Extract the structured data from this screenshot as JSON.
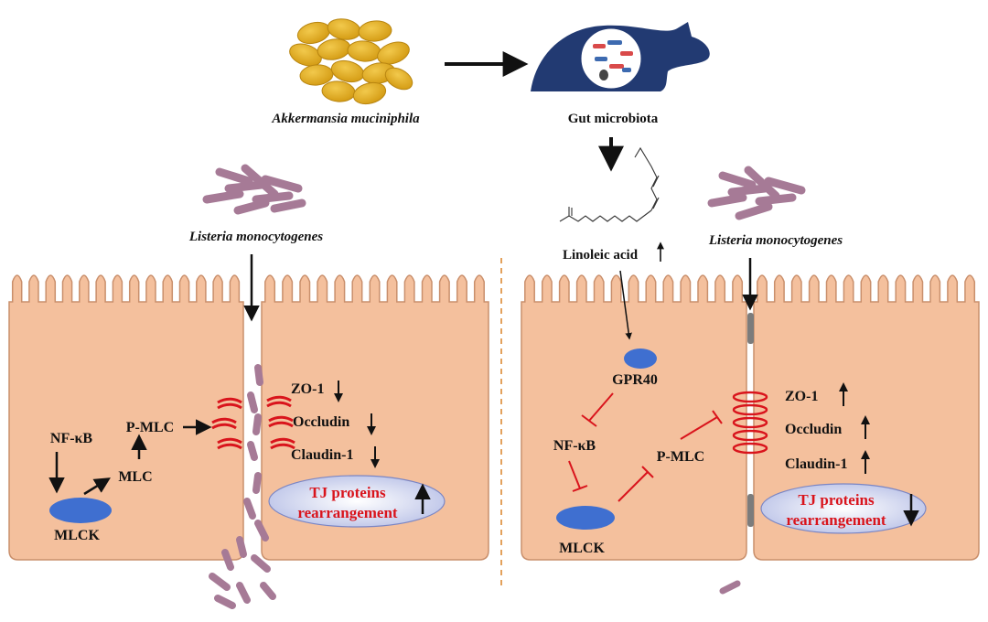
{
  "labels": {
    "akkermansia": "Akkermansia muciniphila",
    "gut_microbiota": "Gut microbiota",
    "listeria_left": "Listeria monocytogenes",
    "listeria_right": "Listeria monocytogenes",
    "linoleic_acid": "Linoleic acid"
  },
  "left_panel": {
    "nfkb": "NF-κB",
    "mlc": "MLC",
    "pmlc": "P-MLC",
    "mlck": "MLCK",
    "zo1": "ZO-1",
    "occludin": "Occludin",
    "claudin1": "Claudin-1",
    "tj_line1": "TJ proteins",
    "tj_line2": "rearrangement"
  },
  "right_panel": {
    "gpr40": "GPR40",
    "nfkb": "NF-κB",
    "pmlc": "P-MLC",
    "mlck": "MLCK",
    "zo1": "ZO-1",
    "occludin": "Occludin",
    "claudin1": "Claudin-1",
    "tj_line1": "TJ proteins",
    "tj_line2": "rearrangement"
  },
  "colors": {
    "cell_fill": "#f4c09d",
    "cell_stroke": "#c98f6c",
    "bacteria_gold": "#e2ad22",
    "listeria": "#a67a96",
    "mlck_blue": "#3f6fd0",
    "inhibit_red": "#d9141c",
    "mouse_navy": "#223a72",
    "divider": "#e3a15c"
  },
  "icons": [
    "akkermansia-cluster-icon",
    "arrow-right-icon",
    "mouse-icon",
    "linoleic-acid-structure-icon",
    "listeria-cluster-icon"
  ]
}
